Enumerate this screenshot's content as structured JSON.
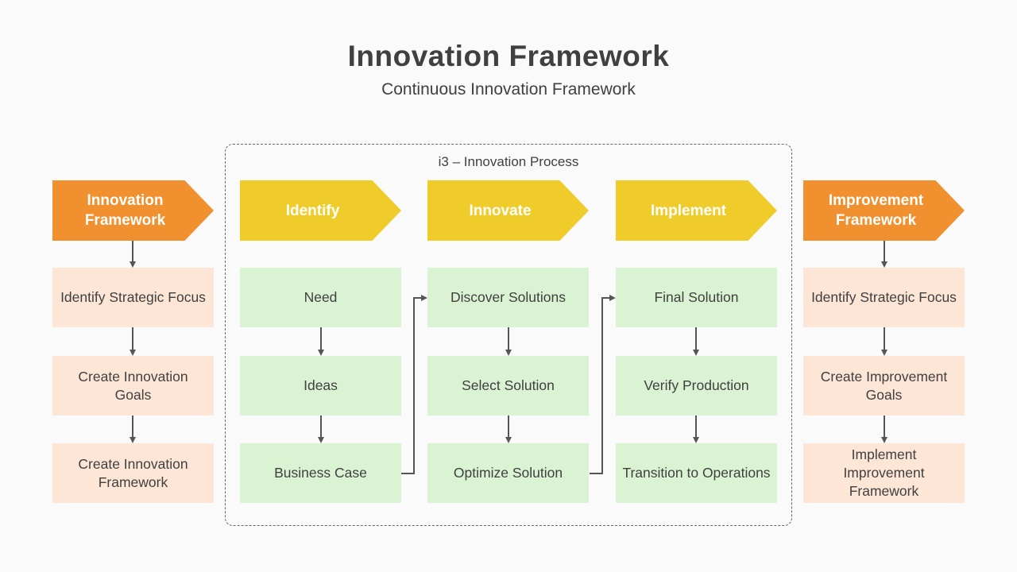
{
  "header": {
    "title": "Innovation Framework",
    "subtitle": "Continuous Innovation Framework"
  },
  "process_group": {
    "label": "i3 – Innovation Process"
  },
  "columns": [
    {
      "header": "Innovation Framework",
      "color": "#f0902e",
      "steps": [
        "Identify Strategic Focus",
        "Create Innovation Goals",
        "Create Innovation Framework"
      ]
    },
    {
      "header": "Identify",
      "color": "#f0cc2a",
      "steps": [
        "Need",
        "Ideas",
        "Business Case"
      ]
    },
    {
      "header": "Innovate",
      "color": "#f0cc2a",
      "steps": [
        "Discover Solutions",
        "Select Solution",
        "Optimize Solution"
      ]
    },
    {
      "header": "Implement",
      "color": "#f0cc2a",
      "steps": [
        "Final Solution",
        "Verify Production",
        "Transition to Operations"
      ]
    },
    {
      "header": "Improvement Framework",
      "color": "#f0902e",
      "steps": [
        "Identify Strategic Focus",
        "Create Improvement Goals",
        "Implement Improvement Framework"
      ]
    }
  ],
  "colors": {
    "peach": "#fde6d6",
    "green": "#daf3d2",
    "arrow": "#555555"
  }
}
